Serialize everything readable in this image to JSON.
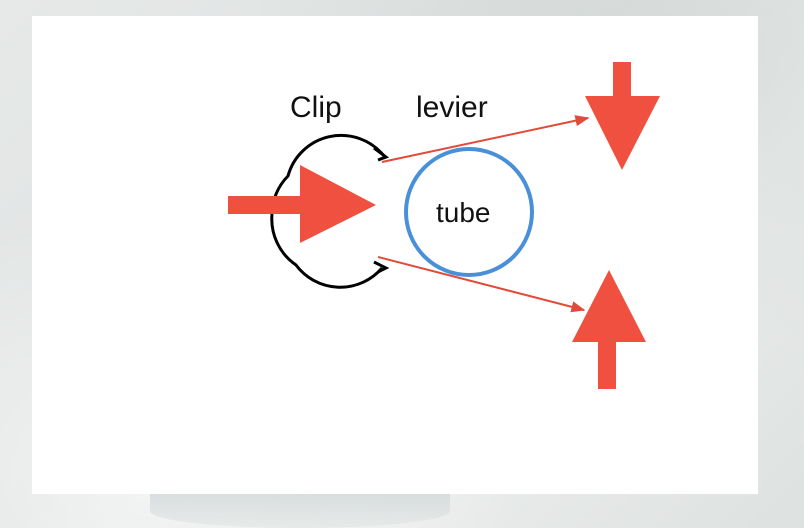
{
  "labels": {
    "clip": "Clip",
    "levier": "levier",
    "tube": "tube"
  },
  "colors": {
    "arrow": "#f05040",
    "thin_arrow": "#e24a3b",
    "tube": "#4a90d9",
    "clip": "#000000",
    "panel": "#ffffff"
  }
}
